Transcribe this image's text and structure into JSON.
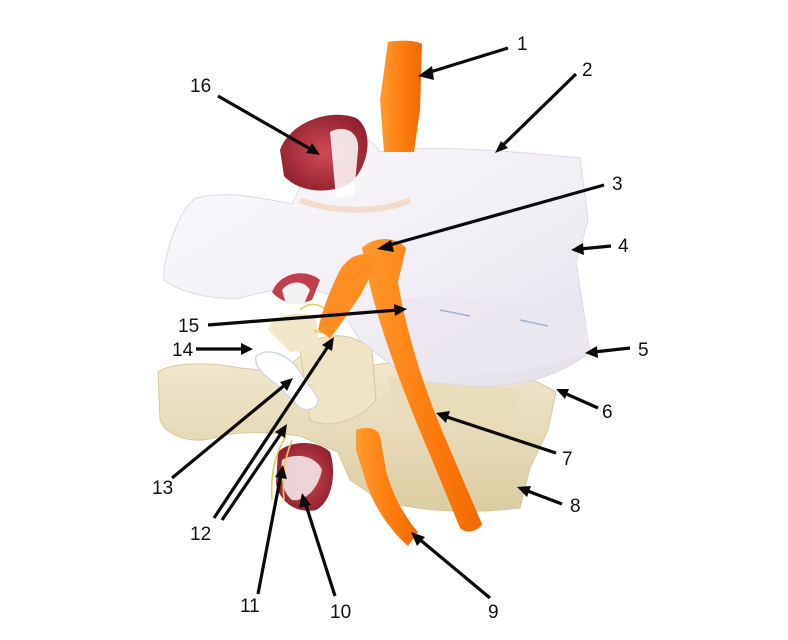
{
  "callouts": [
    {
      "id": "1",
      "label": "1"
    },
    {
      "id": "2",
      "label": "2"
    },
    {
      "id": "3",
      "label": "3"
    },
    {
      "id": "4",
      "label": "4"
    },
    {
      "id": "5",
      "label": "5"
    },
    {
      "id": "6",
      "label": "6"
    },
    {
      "id": "7",
      "label": "7"
    },
    {
      "id": "8",
      "label": "8"
    },
    {
      "id": "9",
      "label": "9"
    },
    {
      "id": "10",
      "label": "10"
    },
    {
      "id": "11",
      "label": "11"
    },
    {
      "id": "12",
      "label": "12"
    },
    {
      "id": "13",
      "label": "13"
    },
    {
      "id": "14",
      "label": "14"
    },
    {
      "id": "15",
      "label": "15"
    },
    {
      "id": "16",
      "label": "16"
    }
  ],
  "colors": {
    "background": "#ffffff",
    "translucent_vertebra": "#f3f0f6",
    "bone_vertebra": "#efe3c4",
    "nerve_orange": "#ff8a1e",
    "ligament_red": "#b52a3a",
    "cartilage_white": "#ffffff",
    "leader_black": "#0a0a0a"
  }
}
